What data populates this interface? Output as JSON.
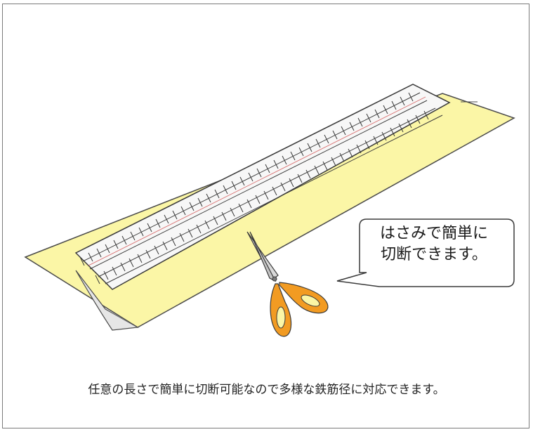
{
  "callout": {
    "line1": "はさみで簡単に",
    "line2": "切断できます。"
  },
  "caption": "任意の長さで簡単に切断可能なので多様な鉄筋径に対応できます。",
  "colors": {
    "sheet": "#fbf6a6",
    "outline": "#3a3a3a",
    "scissor_handle": "#f29b22",
    "blade": "#d9d9d9"
  }
}
